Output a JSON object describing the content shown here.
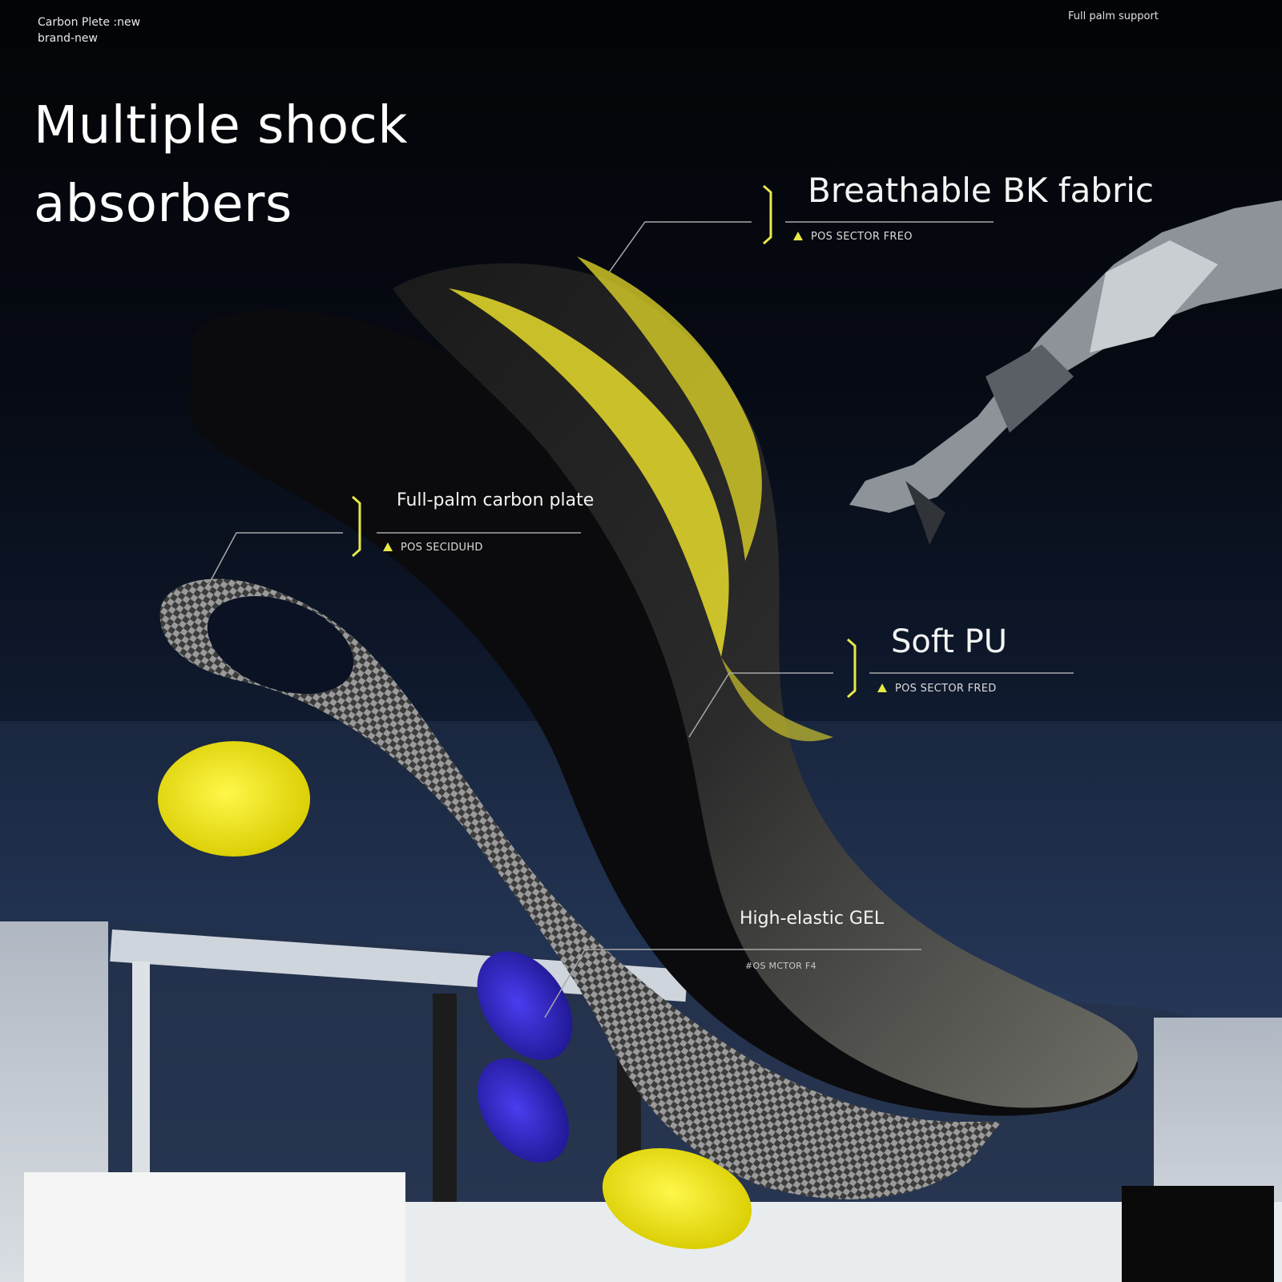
{
  "header": {
    "top_left_lines": [
      "Carbon Plete :new",
      "brand-new"
    ],
    "top_right": "Full palm support"
  },
  "headline": {
    "line1": "Multiple shock",
    "line2": "absorbers"
  },
  "callouts": [
    {
      "title": "Breathable BK fabric",
      "code": "POS SECTOR FREO"
    },
    {
      "title": "Full-palm carbon plate",
      "code": "POS SECIDUHD"
    },
    {
      "title": "Soft PU",
      "code": "POS SECTOR FRED"
    },
    {
      "title": "High-elastic GEL",
      "code": "#OS MCTOR F4"
    }
  ],
  "colors": {
    "accent_yellow": "#f2ea1a",
    "gel_blue": "#3a2fd6",
    "insole_black": "#0b0b0d",
    "carbon_grey": "#8a8a8a"
  }
}
